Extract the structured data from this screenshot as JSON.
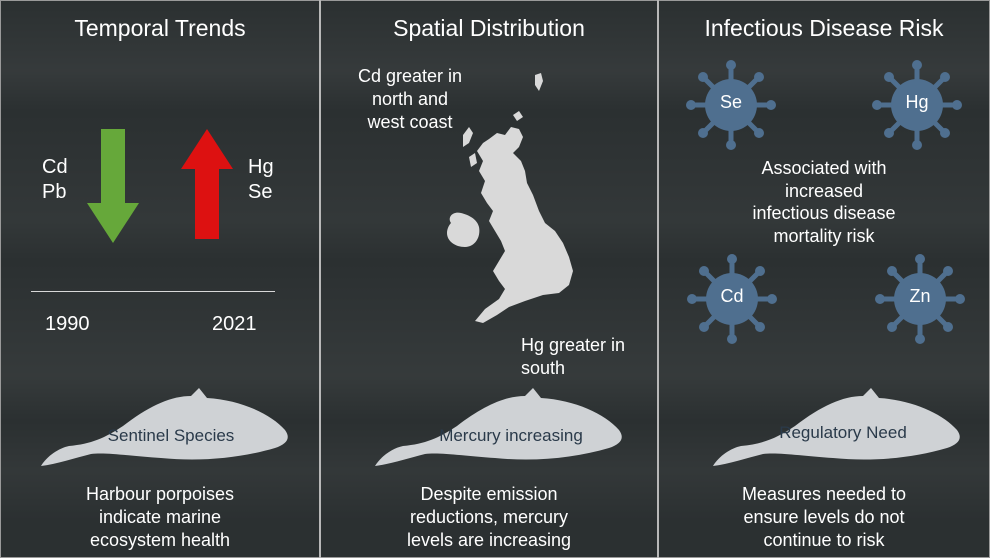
{
  "panel1": {
    "title": "Temporal Trends",
    "decreasing": [
      "Cd",
      "Pb"
    ],
    "increasing": [
      "Hg",
      "Se"
    ],
    "year_start": "1990",
    "year_end": "2021",
    "whale_label": "Sentinel Species",
    "caption": [
      "Harbour porpoises",
      "indicate marine",
      "ecosystem health"
    ]
  },
  "panel2": {
    "title": "Spatial Distribution",
    "north_note": [
      "Cd greater in",
      "north and",
      "west coast"
    ],
    "south_note": [
      "Hg greater in",
      "south"
    ],
    "whale_label": "Mercury increasing",
    "caption": [
      "Despite emission",
      "reductions, mercury",
      "levels are increasing"
    ]
  },
  "panel3": {
    "title": "Infectious Disease Risk",
    "viruses": [
      "Se",
      "Hg",
      "Cd",
      "Zn"
    ],
    "middle_text": [
      "Associated with",
      "increased",
      "infectious disease",
      "mortality risk"
    ],
    "whale_label": "Regulatory Need",
    "caption": [
      "Measures needed to",
      "ensure levels do not",
      "continue to risk"
    ]
  },
  "colors": {
    "down_arrow": "#66a83a",
    "up_arrow": "#dd1111",
    "virus": "#4f6f8f",
    "whale": "#cfd2d5",
    "map": "#d9d9d9"
  }
}
